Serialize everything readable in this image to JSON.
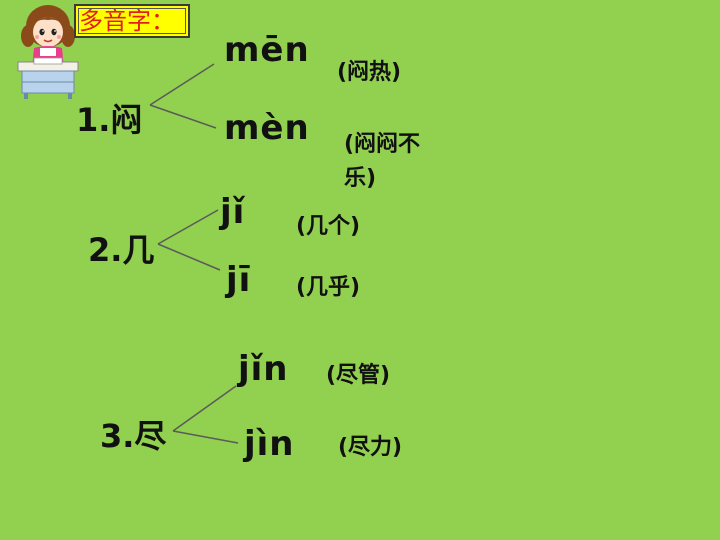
{
  "header": {
    "title": "多音字："
  },
  "items": [
    {
      "number": "1.闷",
      "readings": [
        {
          "pinyin": "mēn",
          "word": "(闷热)"
        },
        {
          "pinyin": "mèn",
          "word_line1": "(闷闷不",
          "word_line2": "乐)"
        }
      ]
    },
    {
      "number": "2.几",
      "readings": [
        {
          "pinyin": "jǐ",
          "word": "(几个)"
        },
        {
          "pinyin": "jī",
          "word": "(几乎)"
        }
      ]
    },
    {
      "number": "3.尽",
      "readings": [
        {
          "pinyin": "jǐn",
          "word": "(尽管)"
        },
        {
          "pinyin": "jìn",
          "word": "(尽力)"
        }
      ]
    }
  ]
}
